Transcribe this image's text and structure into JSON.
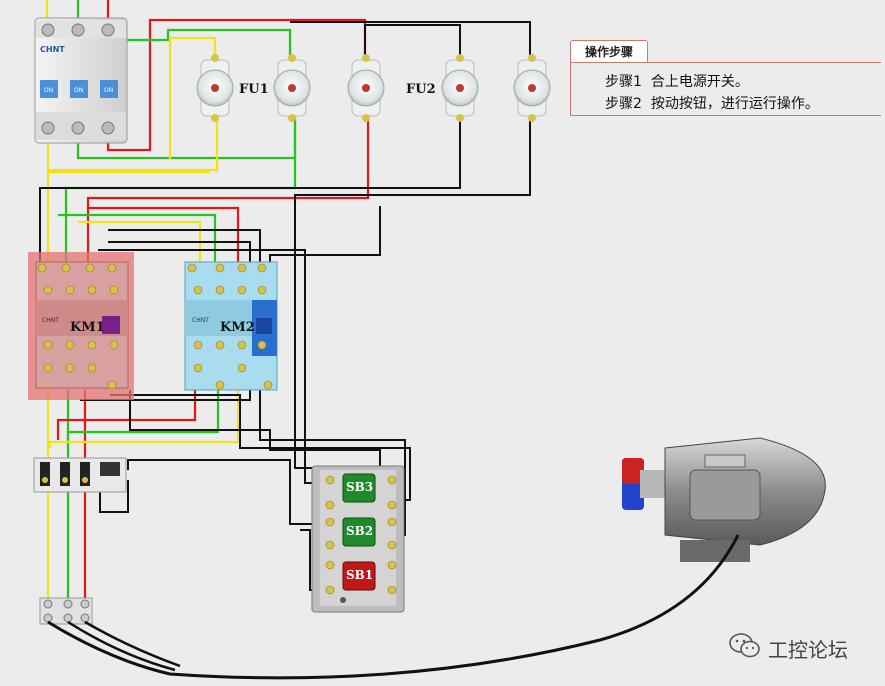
{
  "labels": {
    "fu1": "FU1",
    "fu2": "FU2",
    "km1": "KM1",
    "km2": "KM2",
    "sb1": "SB1",
    "sb2": "SB2",
    "sb3": "SB3",
    "breaker_brand": "CHNT",
    "contactor_brand": "CHNT",
    "breaker_on": "ON"
  },
  "instructions": {
    "title": "操作步骤",
    "steps": [
      {
        "num": "步骤1",
        "text": "合上电源开关。"
      },
      {
        "num": "步骤2",
        "text": "按动按钮，进行运行操作。"
      }
    ]
  },
  "watermark": "工控论坛",
  "colors": {
    "phase_yellow": "#f2e21a",
    "phase_green": "#22c522",
    "phase_red": "#e01818",
    "control_black": "#111111",
    "highlight_km1": "#e57373"
  }
}
